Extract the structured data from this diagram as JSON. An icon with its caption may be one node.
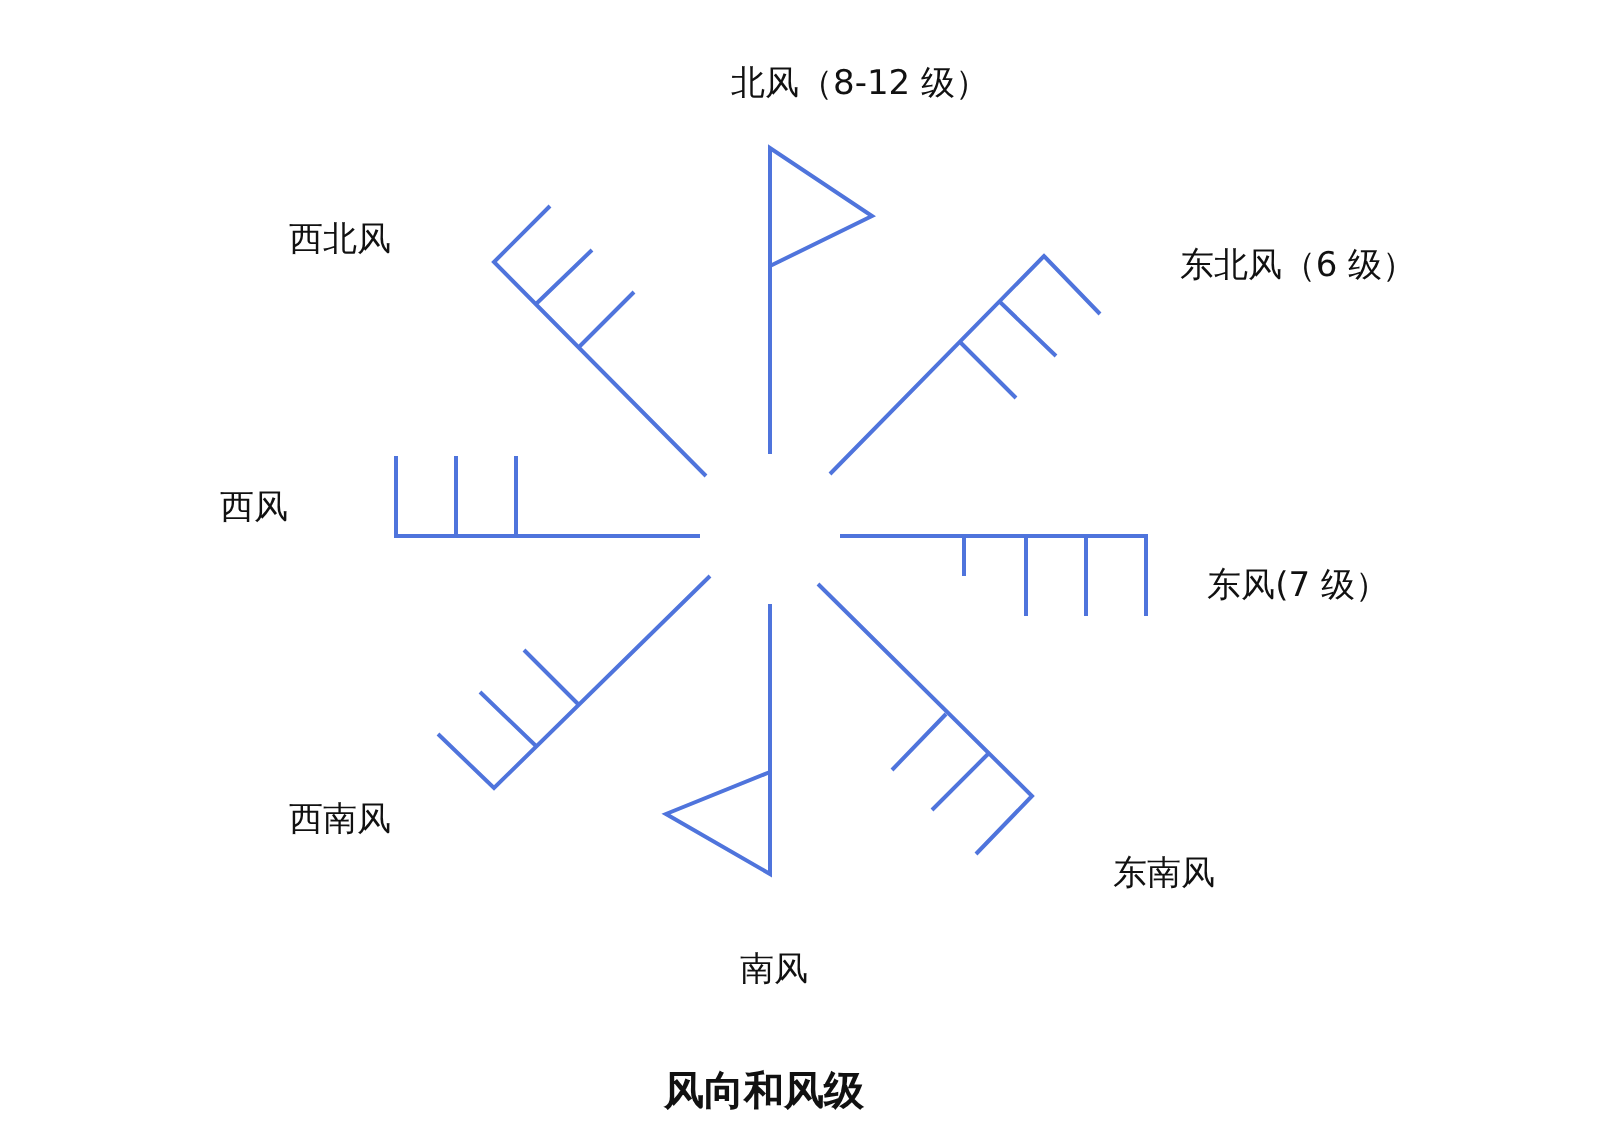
{
  "diagram": {
    "caption": "风向和风级",
    "labels": [
      "北风（8-12 级）",
      "西北风",
      "东北风（6 级）",
      "西风",
      "东风(7 级）",
      "西南风",
      "东南风",
      "南风"
    ]
  }
}
